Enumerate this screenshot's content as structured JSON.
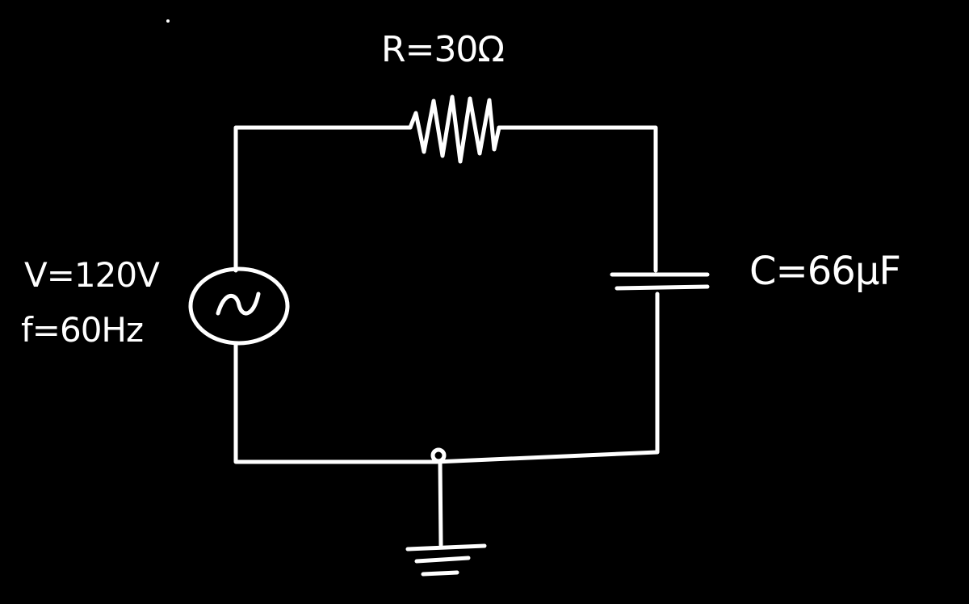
{
  "colors": {
    "background": "#000000",
    "stroke": "#ffffff"
  },
  "resistor": {
    "label": "R=30Ω"
  },
  "capacitor": {
    "label": "C=66μF"
  },
  "source": {
    "voltage_label": "V=120V",
    "frequency_label": "f=60Hz",
    "symbol": "~"
  },
  "icons": {
    "source": "ac-voltage-source-icon",
    "ground": "ground-icon"
  }
}
